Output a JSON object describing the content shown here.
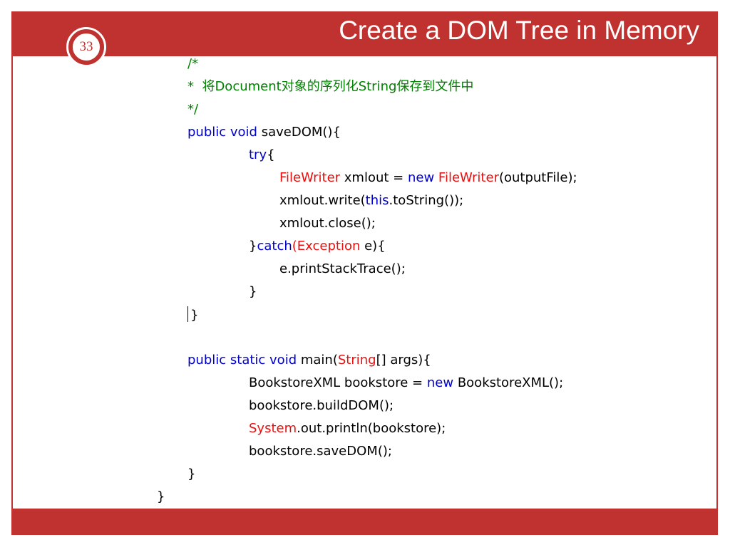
{
  "slide": {
    "number": "33",
    "title": "Create a DOM Tree in Memory"
  },
  "code": {
    "c1": "/*",
    "c2": "*  将Document对象的序列化String保存到文件中",
    "c3": "*/",
    "l4_kw": "public void",
    "l4_rest": " saveDOM(){",
    "l5_kw": "try",
    "l5_rest": "{",
    "l6_type1": "FileWriter",
    "l6_mid": " xmlout = ",
    "l6_kw": "new",
    "l6_sp": " ",
    "l6_type2": "FileWriter",
    "l6_rest": "(outputFile);",
    "l7_a": "xmlout.write(",
    "l7_kw": "this",
    "l7_b": ".toString());",
    "l8": "xmlout.close();",
    "l9_a": "}",
    "l9_kw": "catch",
    "l9_b": "(",
    "l9_type": "Exception",
    "l9_c": " e){",
    "l10": "e.printStackTrace();",
    "l11": "}",
    "l12": "}",
    "l13_kw": "public static void",
    "l13_a": " main(",
    "l13_type": "String",
    "l13_b": "[] args){",
    "l14_a": "BookstoreXML bookstore = ",
    "l14_kw": "new",
    "l14_b": " BookstoreXML();",
    "l15": "bookstore.buildDOM();",
    "l16_type": "System",
    "l16_a": ".out.println(bookstore);",
    "l17": "bookstore.saveDOM();",
    "l18": "}",
    "l19": "}"
  },
  "colors": {
    "accent": "#c0322f",
    "comment": "#008000",
    "keyword": "#0000cc",
    "type": "#e8100f"
  }
}
